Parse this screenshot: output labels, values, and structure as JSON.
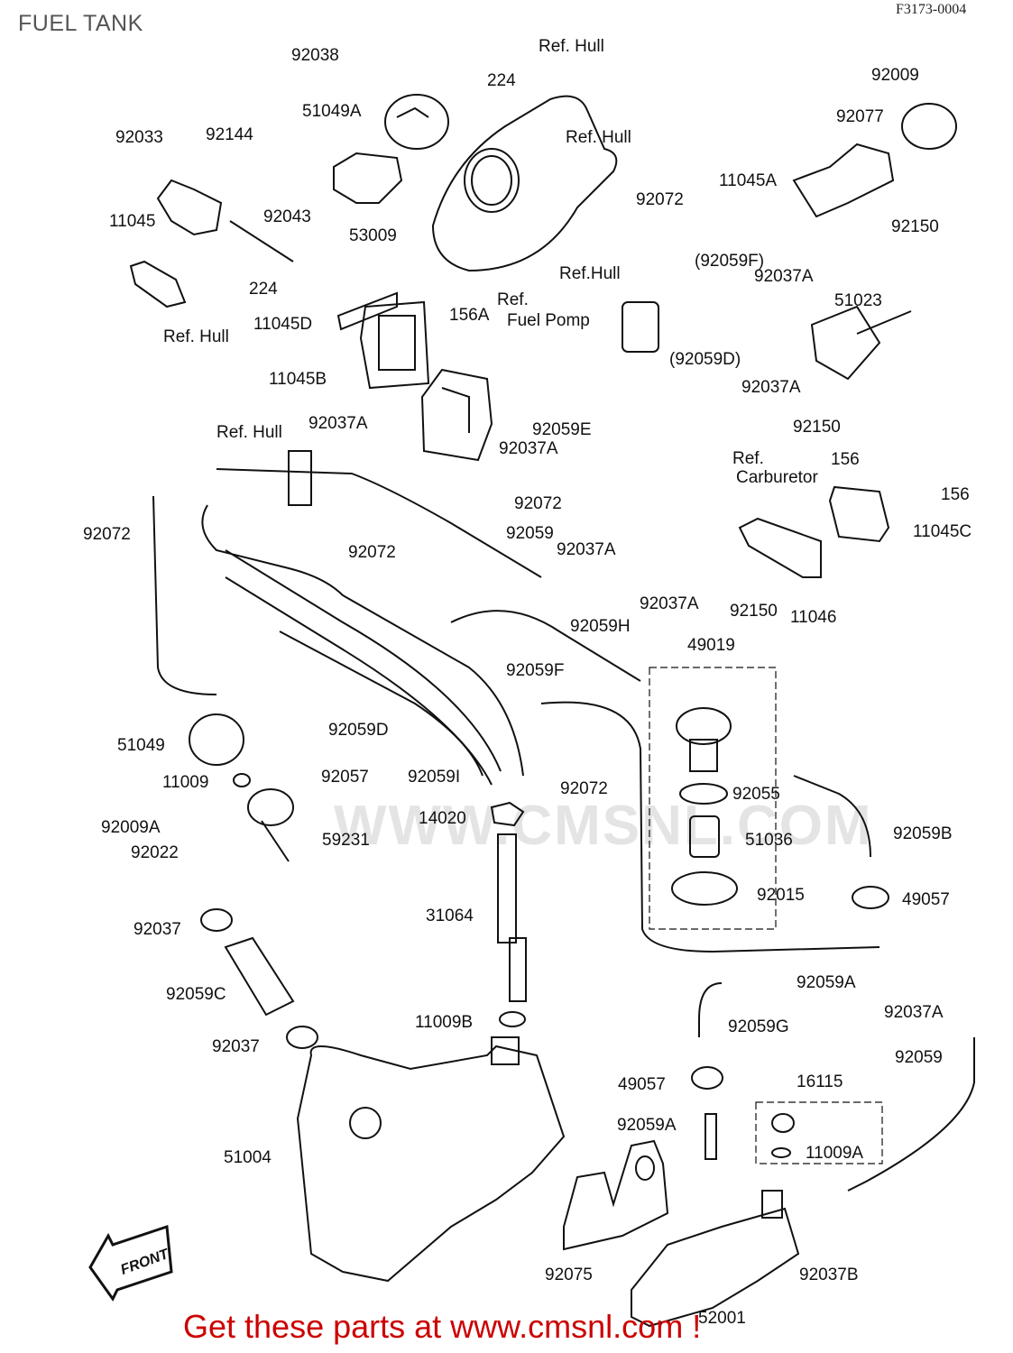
{
  "header": {
    "title": "FUEL TANK",
    "diagram_code": "F3173-0004"
  },
  "watermark": "WWW.CMSNL.COM",
  "footer": {
    "cta": "Get these parts at www.cmsnl.com !"
  },
  "front_arrow": "FRONT",
  "part_labels": [
    "92038",
    "Ref. Hull",
    "224",
    "51049A",
    "Ref. Hull",
    "92009",
    "92077",
    "92033",
    "92144",
    "11045A",
    "11045",
    "92043",
    "53009",
    "92072",
    "92150",
    "224",
    "Ref.Hull",
    "(92059F)",
    "92037A",
    "51023",
    "Ref. Hull",
    "Ref.",
    "Fuel Pomp",
    "156A",
    "11045D",
    "11045B",
    "(92059D)",
    "92037A",
    "92150",
    "92037A",
    "92059E",
    "92037A",
    "Ref. Hull",
    "Ref.",
    "Carburetor",
    "156",
    "156",
    "11045C",
    "92072",
    "92072",
    "92059",
    "92037A",
    "92072",
    "92150",
    "11046",
    "92037A",
    "92059H",
    "49019",
    "92059F",
    "92059D",
    "51049",
    "92057",
    "11009",
    "92059I",
    "92072",
    "92055",
    "14020",
    "92009A",
    "59231",
    "92022",
    "51036",
    "92059B",
    "92015",
    "49057",
    "31064",
    "92037",
    "92059A",
    "92059C",
    "11009B",
    "92059G",
    "92037A",
    "92037",
    "92059",
    "16115",
    "49057",
    "92059A",
    "11009A",
    "51004",
    "92075",
    "92037B",
    "52001"
  ]
}
